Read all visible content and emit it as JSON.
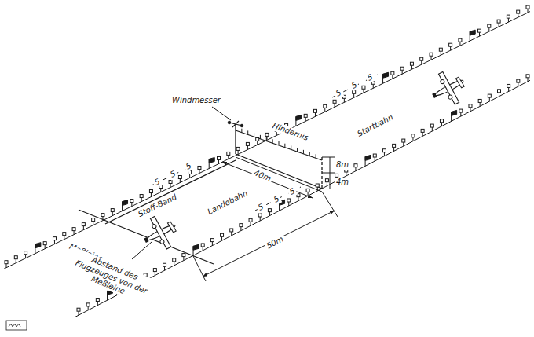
{
  "diagram": {
    "labels": [
      "Windmesser",
      "Hindernis",
      "Startbahn",
      "Stoff-Band",
      "Landebahn",
      "Meßleine",
      "Abstand des Flugzeuges von der Meßleine",
      "40m",
      "50m",
      "8m",
      "4m",
      "5",
      "5",
      "5",
      "5",
      "5",
      "5",
      "5",
      "5",
      "5"
    ]
  }
}
